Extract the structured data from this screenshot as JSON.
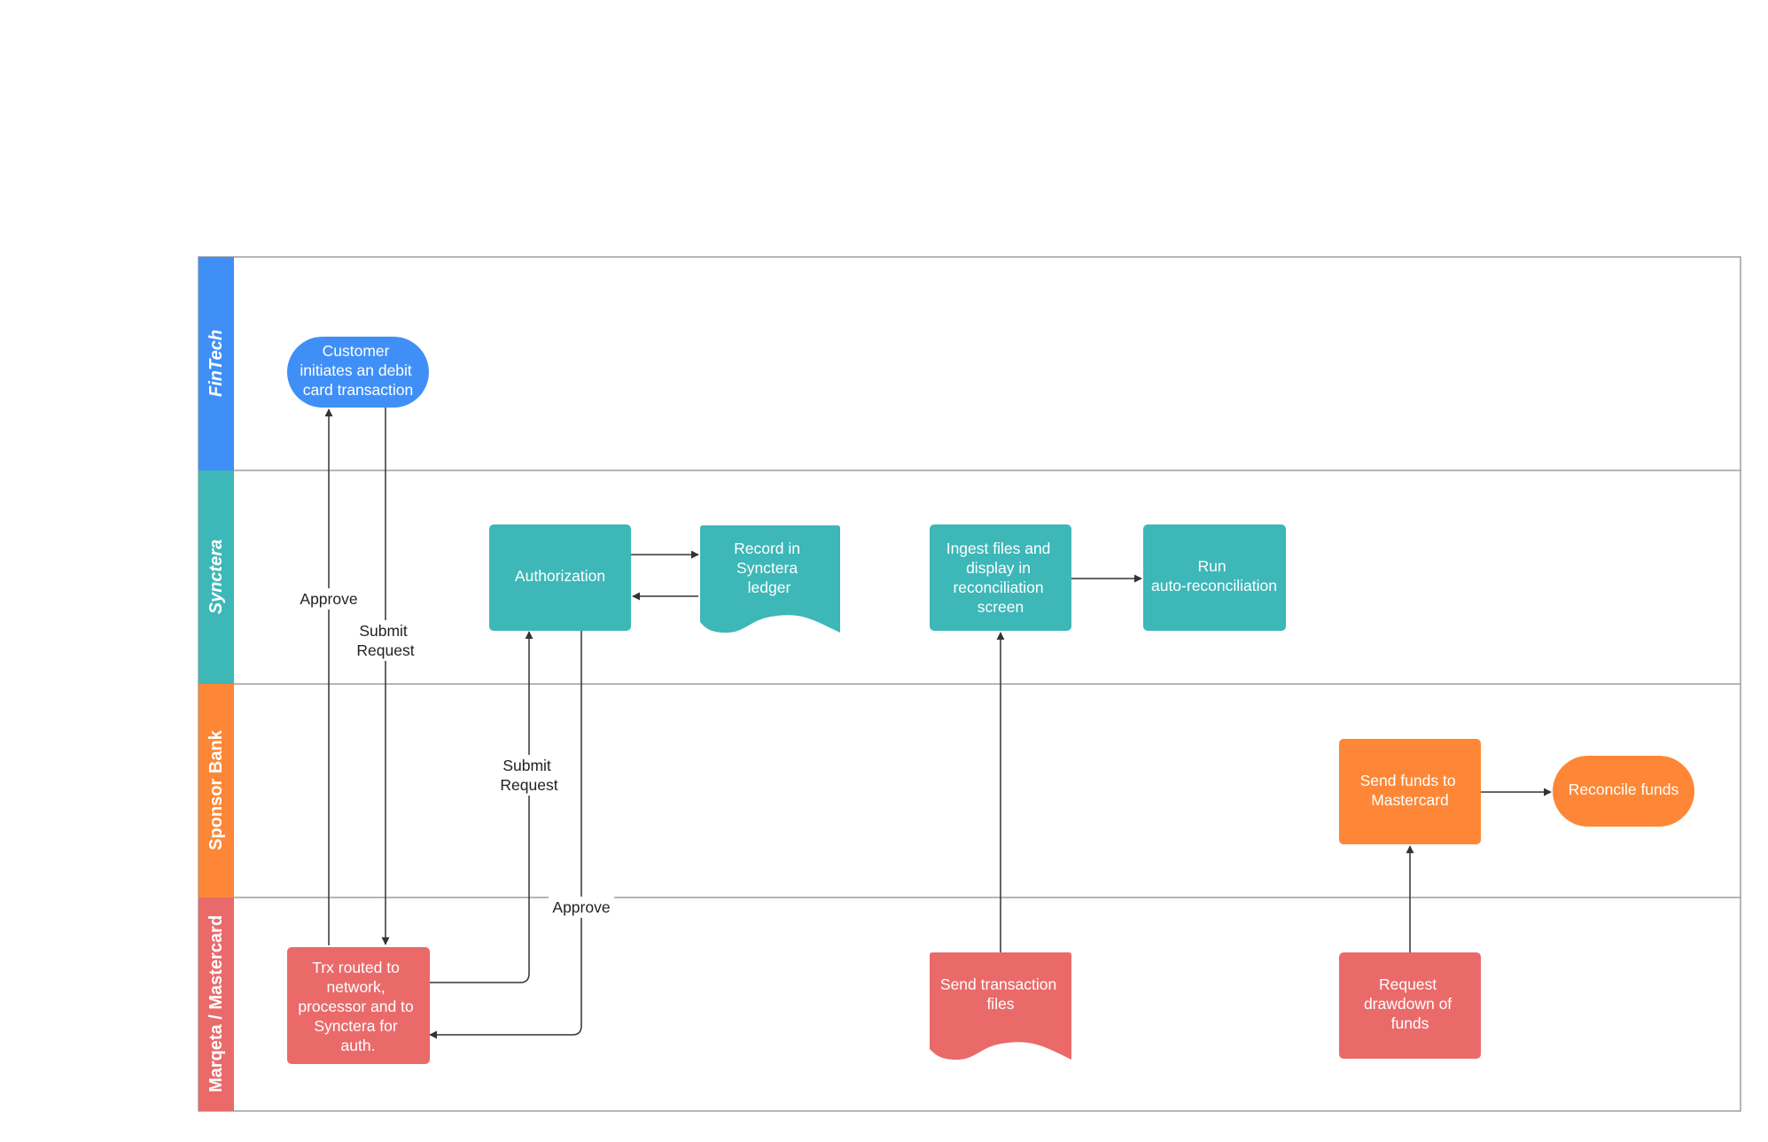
{
  "lanes": [
    {
      "id": "fintech",
      "label": "FinTech",
      "color": "#3f8ff7",
      "italic": true
    },
    {
      "id": "synctera",
      "label": "Synctera",
      "color": "#3db7b8",
      "italic": true
    },
    {
      "id": "sponsor",
      "label": "Sponsor Bank",
      "color": "#fd8736",
      "italic": false
    },
    {
      "id": "marqeta",
      "label": "Marqeta / Mastercard",
      "color": "#ea6a6a",
      "italic": false
    }
  ],
  "nodes": {
    "customer": {
      "label": "Customer initiates an debit card transaction",
      "lines": [
        "Customer",
        "initiates an debit",
        "card transaction"
      ],
      "shape": "terminator",
      "color": "#3f8ff7"
    },
    "authorization": {
      "label": "Authorization",
      "lines": [
        "Authorization"
      ],
      "shape": "process",
      "color": "#3db7b8"
    },
    "record": {
      "label": "Record in Synctera ledger",
      "lines": [
        "Record in",
        "Synctera",
        "ledger"
      ],
      "shape": "document",
      "color": "#3db7b8"
    },
    "ingest": {
      "label": "Ingest files and display in reconciliation screen",
      "lines": [
        "Ingest files and",
        "display in",
        "reconciliation",
        "screen"
      ],
      "shape": "process",
      "color": "#3db7b8"
    },
    "autorecon": {
      "label": "Run auto-reconciliation",
      "lines": [
        "Run",
        "auto-reconciliation"
      ],
      "shape": "process",
      "color": "#3db7b8"
    },
    "sendfunds": {
      "label": "Send funds to Mastercard",
      "lines": [
        "Send funds to",
        "Mastercard"
      ],
      "shape": "process",
      "color": "#fd8736"
    },
    "reconcile": {
      "label": "Reconcile funds",
      "lines": [
        "Reconcile funds"
      ],
      "shape": "terminator",
      "color": "#fd8736"
    },
    "trx": {
      "label": "Trx routed to network, processor and to Synctera for auth.",
      "lines": [
        "Trx routed to",
        "network,",
        "processor and to",
        "Synctera for",
        "auth."
      ],
      "shape": "process",
      "color": "#ea6a6a"
    },
    "sendtx": {
      "label": "Send transaction files",
      "lines": [
        "Send transaction",
        "files"
      ],
      "shape": "document",
      "color": "#ea6a6a"
    },
    "drawdown": {
      "label": "Request drawdown of funds",
      "lines": [
        "Request",
        "drawdown of",
        "funds"
      ],
      "shape": "process",
      "color": "#ea6a6a"
    }
  },
  "edges": [
    {
      "from": "customer",
      "to": "trx",
      "label_lines": [
        "Submit",
        "Request"
      ]
    },
    {
      "from": "trx",
      "to": "customer",
      "label_lines": [
        "Approve"
      ]
    },
    {
      "from": "trx",
      "to": "authorization",
      "label_lines": [
        "Submit",
        "Request"
      ]
    },
    {
      "from": "authorization",
      "to": "trx",
      "label_lines": [
        "Approve"
      ]
    },
    {
      "from": "authorization",
      "to": "record",
      "label_lines": []
    },
    {
      "from": "record",
      "to": "authorization",
      "label_lines": []
    },
    {
      "from": "ingest",
      "to": "autorecon",
      "label_lines": []
    },
    {
      "from": "sendtx",
      "to": "ingest",
      "label_lines": []
    },
    {
      "from": "drawdown",
      "to": "sendfunds",
      "label_lines": []
    },
    {
      "from": "sendfunds",
      "to": "reconcile",
      "label_lines": []
    }
  ]
}
